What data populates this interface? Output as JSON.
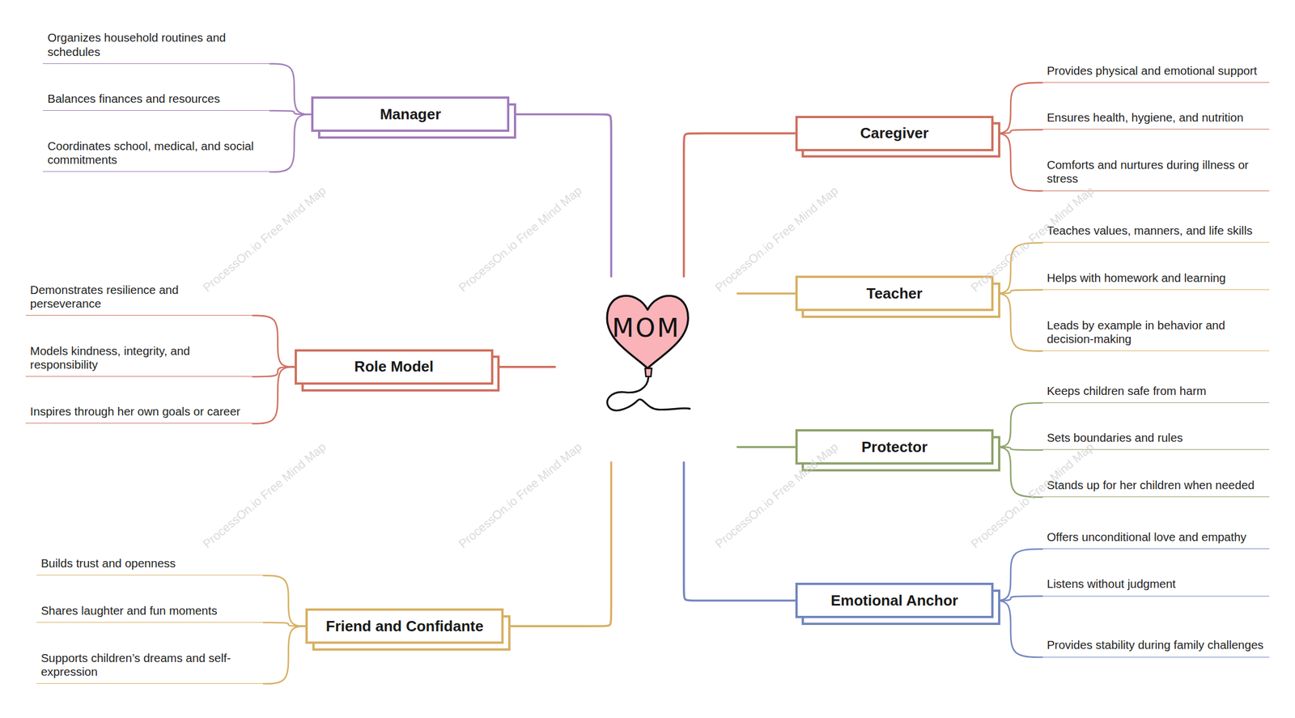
{
  "diagram": {
    "nodes": [
      {
        "text": [
          "MOM"
        ]
      },
      {
        "text": [
          "Caregiver"
        ]
      },
      {
        "text": [
          "Provides physical and emotional support"
        ]
      },
      {
        "text": [
          "Ensures health, hygiene, and nutrition"
        ]
      },
      {
        "text": [
          "Comforts and nurtures during illness or stress"
        ]
      },
      {
        "text": [
          "Teacher"
        ]
      },
      {
        "text": [
          "Teaches values, manners, and life skills"
        ]
      },
      {
        "text": [
          "Helps with homework and learning"
        ]
      },
      {
        "text": [
          "Leads by example in behavior and decision-making"
        ]
      },
      {
        "text": [
          "Protector"
        ]
      },
      {
        "text": [
          "Keeps children safe from harm"
        ]
      },
      {
        "text": [
          "Sets boundaries and rules"
        ]
      },
      {
        "text": [
          "Stands up for her children when needed"
        ]
      },
      {
        "text": [
          "Emotional Anchor"
        ]
      },
      {
        "text": [
          "Offers unconditional love and empathy"
        ]
      },
      {
        "text": [
          "Listens without judgment"
        ]
      },
      {
        "text": [
          "Provides stability during family challenges"
        ]
      },
      {
        "text": [
          "Manager"
        ]
      },
      {
        "text": [
          "Organizes household routines and schedules"
        ]
      },
      {
        "text": [
          "Balances finances and resources"
        ]
      },
      {
        "text": [
          "Coordinates school, medical, and social commitments"
        ]
      },
      {
        "text": [
          "Role Model"
        ]
      },
      {
        "text": [
          "Demonstrates resilience and perseverance"
        ]
      },
      {
        "text": [
          "Models kindness, integrity, and responsibility"
        ]
      },
      {
        "text": [
          "Inspires through her own goals or career"
        ]
      },
      {
        "text": [
          "Friend and Confidante"
        ]
      },
      {
        "text": [
          "Builds trust and openness"
        ]
      },
      {
        "text": [
          "Shares laughter and fun moments"
        ]
      },
      {
        "text": [
          "Supports children’s dreams and self-expression"
        ]
      }
    ],
    "edges": [
      {
        "from": 0,
        "to": 1,
        "arrow": "none"
      },
      {
        "from": 0,
        "to": 5,
        "arrow": "none"
      },
      {
        "from": 0,
        "to": 9,
        "arrow": "none"
      },
      {
        "from": 0,
        "to": 13,
        "arrow": "none"
      },
      {
        "from": 0,
        "to": 17,
        "arrow": "none"
      },
      {
        "from": 0,
        "to": 21,
        "arrow": "none"
      },
      {
        "from": 0,
        "to": 25,
        "arrow": "none"
      },
      {
        "from": 1,
        "to": 2,
        "arrow": "none"
      },
      {
        "from": 1,
        "to": 3,
        "arrow": "none"
      },
      {
        "from": 1,
        "to": 4,
        "arrow": "none"
      },
      {
        "from": 5,
        "to": 6,
        "arrow": "none"
      },
      {
        "from": 5,
        "to": 7,
        "arrow": "none"
      },
      {
        "from": 5,
        "to": 8,
        "arrow": "none"
      },
      {
        "from": 9,
        "to": 10,
        "arrow": "none"
      },
      {
        "from": 9,
        "to": 11,
        "arrow": "none"
      },
      {
        "from": 9,
        "to": 12,
        "arrow": "none"
      },
      {
        "from": 13,
        "to": 14,
        "arrow": "none"
      },
      {
        "from": 13,
        "to": 15,
        "arrow": "none"
      },
      {
        "from": 13,
        "to": 16,
        "arrow": "none"
      },
      {
        "from": 17,
        "to": 18,
        "arrow": "none"
      },
      {
        "from": 17,
        "to": 19,
        "arrow": "none"
      },
      {
        "from": 17,
        "to": 20,
        "arrow": "none"
      },
      {
        "from": 21,
        "to": 22,
        "arrow": "none"
      },
      {
        "from": 21,
        "to": 23,
        "arrow": "none"
      },
      {
        "from": 21,
        "to": 24,
        "arrow": "none"
      },
      {
        "from": 25,
        "to": 26,
        "arrow": "none"
      },
      {
        "from": 25,
        "to": 27,
        "arrow": "none"
      },
      {
        "from": 25,
        "to": 28,
        "arrow": "none"
      }
    ],
    "labels": [
      "ProcessOn.io Free Mind Map",
      "ProcessOn.io Free Mind Map",
      "ProcessOn.io Free Mind Map",
      "ProcessOn.io Free Mind Map",
      "ProcessOn.io Free Mind Map",
      "ProcessOn.io Free Mind Map",
      "ProcessOn.io Free Mind Map",
      "ProcessOn.io Free Mind Map"
    ]
  }
}
